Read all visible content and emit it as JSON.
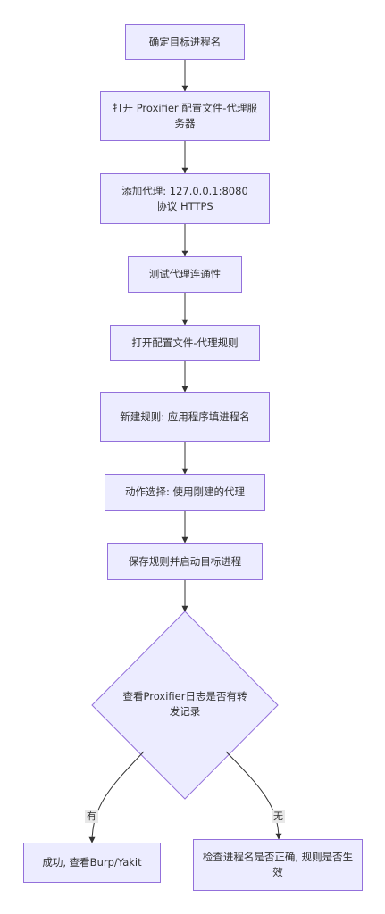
{
  "nodes": {
    "n1": "确定目标进程名",
    "n2": "打开 Proxifier 配置文件-代理服务器",
    "n3_line1": "添加代理: 127.0.0.1:8080",
    "n3_line2": "协议 HTTPS",
    "n4": "测试代理连通性",
    "n5": "打开配置文件-代理规则",
    "n6": "新建规则: 应用程序填进程名",
    "n7": "动作选择: 使用刚建的代理",
    "n8": "保存规则并启动目标进程",
    "decision": "查看Proxifier日志是否有转发记录",
    "success": "成功, 查看Burp/Yakit",
    "failure": "检查进程名是否正确, 规则是否生效"
  },
  "edge_labels": {
    "yes": "有",
    "no": "无"
  },
  "colors": {
    "node_fill": "#ececff",
    "node_border": "#9370db",
    "edge": "#333333"
  }
}
